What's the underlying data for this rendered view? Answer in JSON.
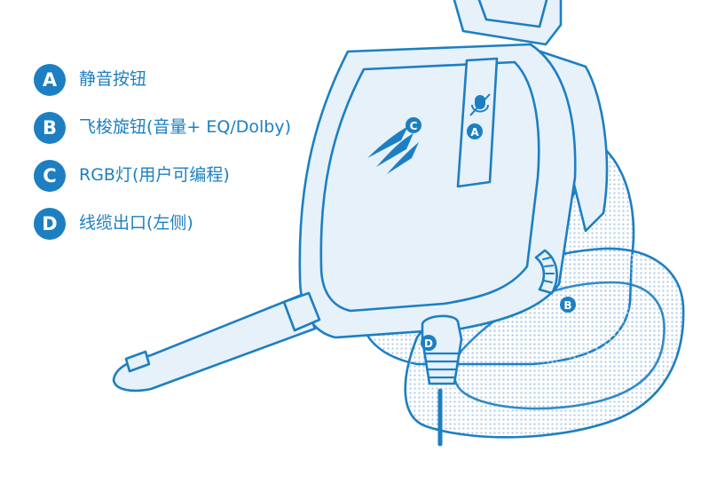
{
  "legend": [
    {
      "badge": "A",
      "label": "静音按钮"
    },
    {
      "badge": "B",
      "label": "飞梭旋钮(音量+ EQ/Dolby)"
    },
    {
      "badge": "C",
      "label": "RGB灯(用户可编程)"
    },
    {
      "badge": "D",
      "label": "线缆出口(左侧)"
    }
  ],
  "callouts": [
    "A",
    "B",
    "C",
    "D"
  ],
  "colors": {
    "accent": "#1d7fc2",
    "fill": "#e6f1fa",
    "dots": "#a9c9e6"
  },
  "icons": [
    "mic-mute-icon",
    "corsair-logo"
  ]
}
